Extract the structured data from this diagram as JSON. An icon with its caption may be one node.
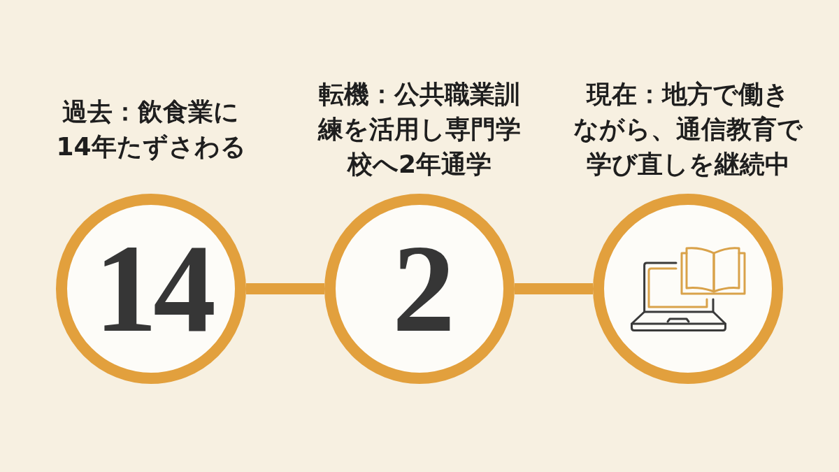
{
  "diagram": {
    "nodes": [
      {
        "text": [
          "過去：飲食業に14年たずさわる",
          "14"
        ]
      },
      {
        "text": [
          "転機：公共職業訓練を活用し専門学校へ2年通学",
          "2"
        ]
      },
      {
        "text": [
          "現在：地方で働きながら、通信教育で学び直しを継続中"
        ]
      }
    ],
    "edges": [
      {
        "from": 0,
        "to": 1,
        "arrow": "none"
      },
      {
        "from": 1,
        "to": 2,
        "arrow": "none"
      }
    ]
  }
}
